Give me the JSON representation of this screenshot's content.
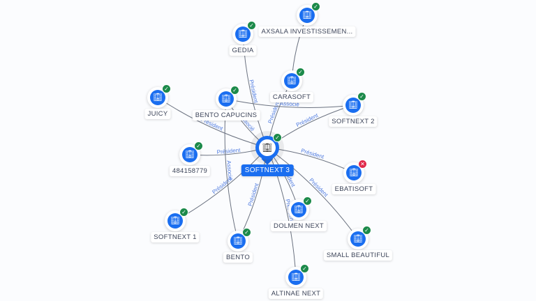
{
  "colors": {
    "accent": "#1a6ef0",
    "ok": "#1c8a4a",
    "error": "#e0284a",
    "edge_label": "#4f7be0"
  },
  "center": {
    "label": "SOFTNEXT 3",
    "icon": "building-icon",
    "status": "ok"
  },
  "nodes": [
    {
      "id": "gedia",
      "label": "GEDIA",
      "status": "ok"
    },
    {
      "id": "axsala",
      "label": "AXSALA INVESTISSEMEN...",
      "status": "ok"
    },
    {
      "id": "carasoft",
      "label": "CARASOFT",
      "status": "ok"
    },
    {
      "id": "juicy",
      "label": "JUICY",
      "status": "ok"
    },
    {
      "id": "bento-capucins",
      "label": "BENTO CAPUCINS",
      "status": "ok"
    },
    {
      "id": "softnext2",
      "label": "SOFTNEXT 2",
      "status": "ok"
    },
    {
      "id": "n484158779",
      "label": "484158779",
      "status": "ok"
    },
    {
      "id": "ebatisoft",
      "label": "EBATISOFT",
      "status": "error"
    },
    {
      "id": "softnext1",
      "label": "SOFTNEXT 1",
      "status": "ok"
    },
    {
      "id": "bento",
      "label": "BENTO",
      "status": "ok"
    },
    {
      "id": "dolmen",
      "label": "DOLMEN NEXT",
      "status": "ok"
    },
    {
      "id": "small",
      "label": "SMALL BEAUTIFUL",
      "status": "ok"
    },
    {
      "id": "altinae",
      "label": "ALTINAE NEXT",
      "status": "ok"
    }
  ],
  "edges": [
    {
      "from": "gedia",
      "label": "Président"
    },
    {
      "from": "carasoft",
      "label": "Président"
    },
    {
      "from": "bento-capucins",
      "label": "Associé"
    },
    {
      "from": "juicy",
      "label": "Président"
    },
    {
      "from": "softnext2",
      "label": "Président"
    },
    {
      "from": "n484158779",
      "label": "Président"
    },
    {
      "from": "ebatisoft",
      "label": "Président"
    },
    {
      "from": "softnext1",
      "label": "Président"
    },
    {
      "from": "bento",
      "label": "Président"
    },
    {
      "from": "dolmen",
      "label": "Président"
    },
    {
      "from": "small",
      "label": "Président"
    },
    {
      "from": "altinae",
      "label": "Président"
    },
    {
      "from": "bento-capucins",
      "to": "softnext2",
      "label": "Associé"
    },
    {
      "from": "axsala",
      "to": "carasoft",
      "label": ""
    },
    {
      "from": "bento-capucins",
      "to": "bento",
      "label": "Associé"
    }
  ]
}
